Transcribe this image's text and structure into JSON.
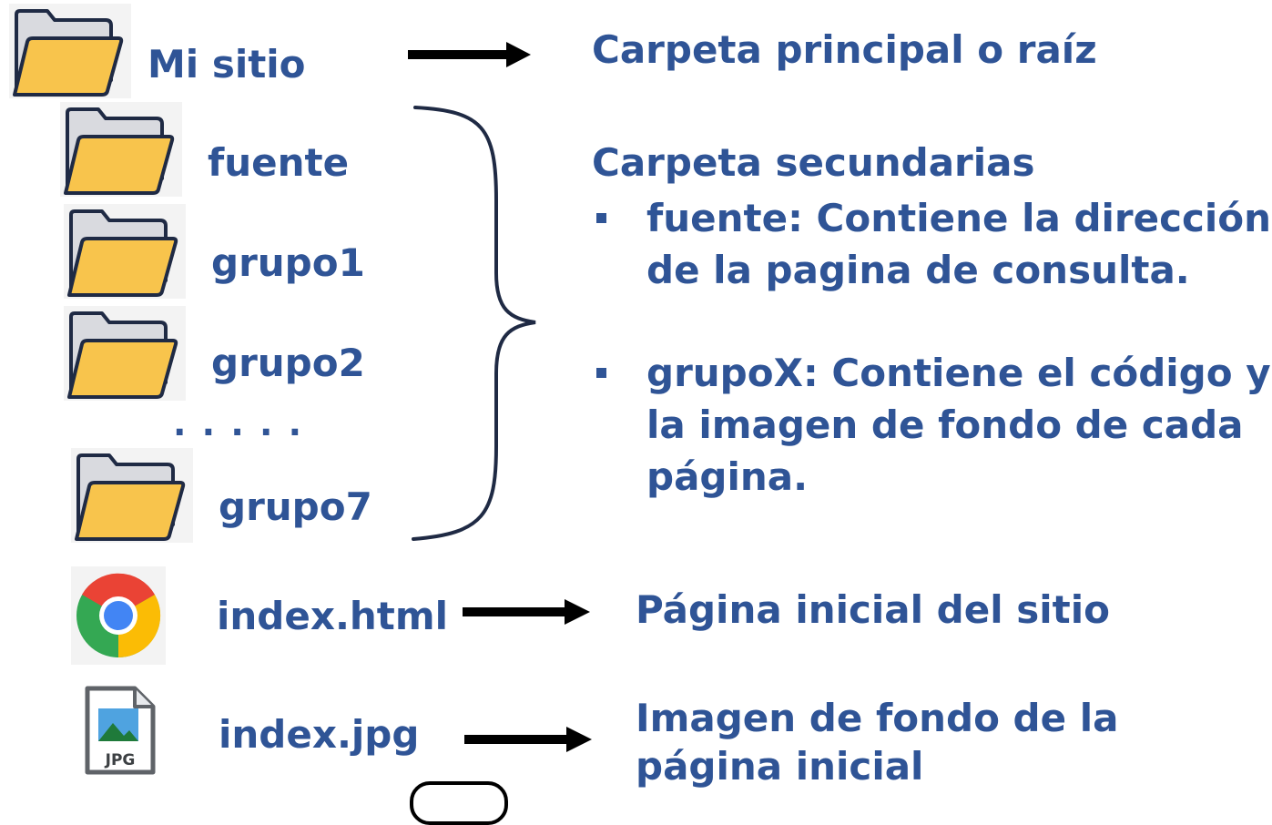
{
  "colors": {
    "text": "#2F5496",
    "folder_fill": "#F8C44C",
    "folder_back": "#D9DADF",
    "arrow": "#000000",
    "brace": "#1F2A44"
  },
  "tree": {
    "root": {
      "label": "Mi sitio",
      "icon": "folder-icon"
    },
    "subfolders": [
      {
        "label": "fuente",
        "icon": "folder-icon"
      },
      {
        "label": "grupo1",
        "icon": "folder-icon"
      },
      {
        "label": "grupo2",
        "icon": "folder-icon"
      },
      {
        "label": "grupo7",
        "icon": "folder-icon"
      }
    ],
    "ellipsis": ". . . . .",
    "files": [
      {
        "label": "index.html",
        "icon": "chrome-icon"
      },
      {
        "label": "index.jpg",
        "icon": "jpg-file-icon",
        "badge": "JPG"
      }
    ]
  },
  "descriptions": {
    "root": "Carpeta principal o raíz",
    "secondary_title": "Carpeta secundarias",
    "secondary_items": [
      [
        "fuente: Contiene la dirección",
        "de la pagina de consulta."
      ],
      [
        "grupoX: Contiene el código y",
        "la imagen de fondo de cada",
        "página."
      ]
    ],
    "index_html": "Página inicial del sitio",
    "index_jpg": [
      "Imagen de fondo de la",
      "página inicial"
    ]
  }
}
